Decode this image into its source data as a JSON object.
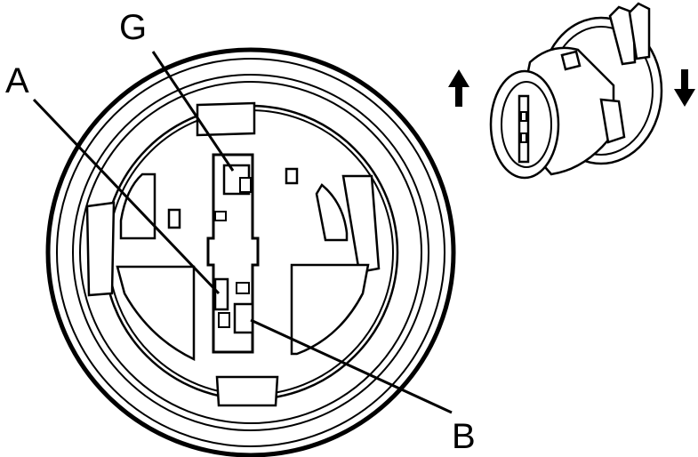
{
  "labels": {
    "a": "A",
    "b": "B",
    "g": "G"
  },
  "colors": {
    "line": "#000000",
    "background": "#ffffff"
  },
  "icons": {
    "up": "arrow-up-icon",
    "down": "arrow-down-icon"
  }
}
